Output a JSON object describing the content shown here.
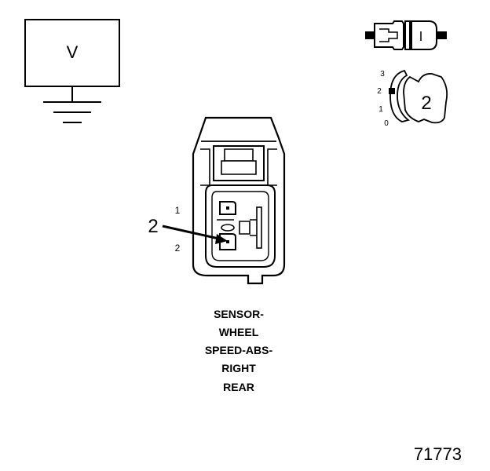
{
  "meter": {
    "symbol": "V"
  },
  "key": {
    "positions": [
      "3",
      "2",
      "1",
      "0"
    ],
    "callout": "2"
  },
  "connector": {
    "pins": [
      "1",
      "2"
    ],
    "callout": "2"
  },
  "caption": {
    "lines": [
      "SENSOR-",
      "WHEEL",
      "SPEED-ABS-",
      "RIGHT",
      "REAR"
    ]
  },
  "figure_id": "71773"
}
